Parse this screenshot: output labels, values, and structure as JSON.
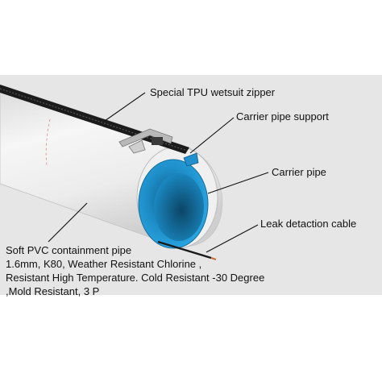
{
  "colors": {
    "background_band": "#e6e6e6",
    "pvc_pipe": "#eeeeee",
    "carrier_pipe": "#1f9ad6",
    "zipper": "#1b1b1b",
    "pointer_lines": "#111111"
  },
  "labels": {
    "tpu_zipper": "Special TPU wetsuit zipper",
    "carrier_support": "Carrier pipe support",
    "carrier_pipe": "Carrier pipe",
    "leak_cable": "Leak detaction cable",
    "pvc_lines": [
      "Soft PVC containment pipe",
      "1.6mm, K80, Weather Resistant Chlorine ,",
      "Resistant High Temperature. Cold Resistant -30 Degree",
      ",Mold Resistant, 3 P"
    ]
  }
}
